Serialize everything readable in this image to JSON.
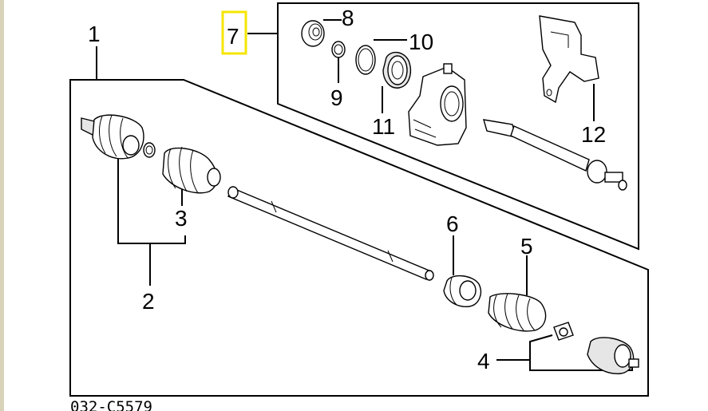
{
  "diagram": {
    "callouts": {
      "c1": "1",
      "c2": "2",
      "c3": "3",
      "c4": "4",
      "c5": "5",
      "c6": "6",
      "c7": "7",
      "c8": "8",
      "c9": "9",
      "c10": "10",
      "c11": "11",
      "c12": "12"
    },
    "highlight_color": "#f5e600",
    "part_number": "032-C5579"
  }
}
